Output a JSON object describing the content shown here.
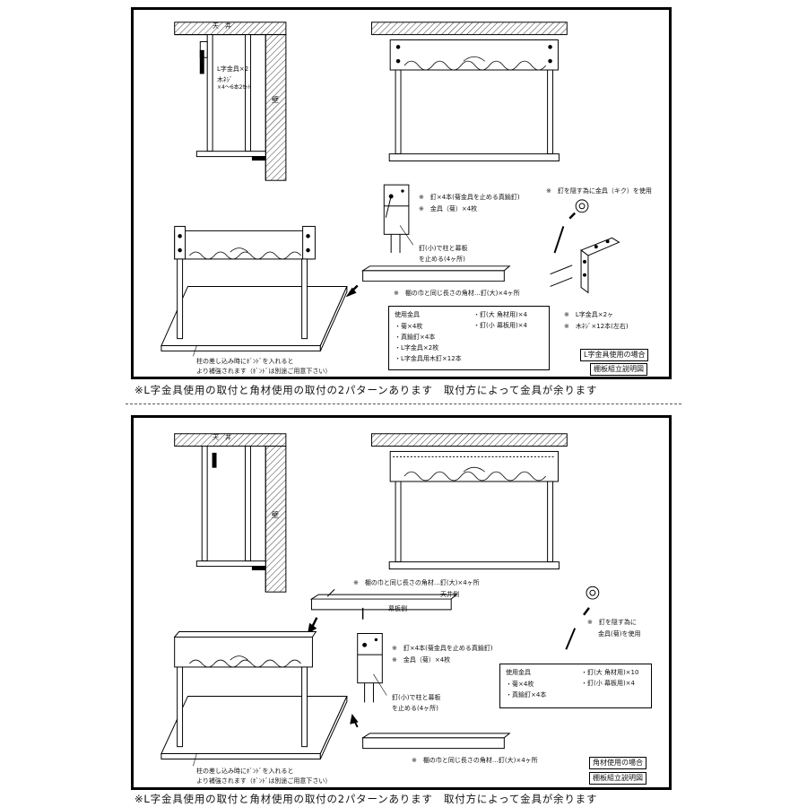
{
  "top": {
    "ceiling": "天　井",
    "wall": "壁",
    "lbracket_note": "L字金具×2",
    "screw_note1": "木ﾈｼﾞ",
    "screw_note2": "×4～6本2ｾｯﾄ",
    "nail_note1": "※　釘×4本(菊金具を止める真鍮釘)",
    "nail_note2": "※　金具（菊）×4枚",
    "small_nail1": "釘(小)で柱と幕板",
    "small_nail2": "を止める(4ヶ所)",
    "kiku_note": "※　釘を隠す為に金具（キク）を使用",
    "square_note": "※　棚の巾と同じ長さの角材…釘(大)×4ヶ所",
    "lb_usage1": "※　L字金具×2ヶ",
    "lb_usage2": "※　木ﾈｼﾞ×12本(左右)",
    "bond1": "柱の差し込み時にﾎﾞﾝﾄﾞを入れると",
    "bond2": "より補強されます（ﾎﾞﾝﾄﾞは別途ご用意下さい）",
    "parts_title": "使用金具",
    "parts_left": [
      "・菊×4枚",
      "・真鍮釘×4本",
      "・L字金具×2枚",
      "・L字金具用木釘×12本"
    ],
    "parts_right": [
      "・釘(大 角材用)×4",
      "・釘(小 幕板用)×4"
    ],
    "tag1": "L字金具使用の場合",
    "tag2": "棚板組立説明図"
  },
  "bottom": {
    "ceiling": "天　井",
    "wall": "壁",
    "square_note_top": "※　棚の巾と同じ長さの角材…釘(大)×4ヶ所",
    "ceiling_side": "天井側",
    "curtain_side": "幕板側",
    "kiku_note1": "※　釘を隠す為に",
    "kiku_note2": "金具(菊)を使用",
    "nail_note1": "※　釘×4本(菊金具を止める真鍮釘)",
    "nail_note2": "※　金具（菊）×4枚",
    "small_nail1": "釘(小)で柱と幕板",
    "small_nail2": "を止める(4ヶ所)",
    "square_note_bottom": "※　棚の巾と同じ長さの角材…釘(大)×4ヶ所",
    "bond1": "柱の差し込み時にﾎﾞﾝﾄﾞを入れると",
    "bond2": "より補強されます（ﾎﾞﾝﾄﾞは別途ご用意下さい）",
    "parts_title": "使用金具",
    "parts_left": [
      "・菊×4枚",
      "・真鍮釘×4本"
    ],
    "parts_right": [
      "・釘(大 角材用)×10",
      "・釘(小 幕板用)×4"
    ],
    "tag1": "角材使用の場合",
    "tag2": "棚板組立説明図"
  },
  "caption": "※L字金具使用の取付と角材使用の取付の2パターンあります　取付方によって金具が余ります"
}
